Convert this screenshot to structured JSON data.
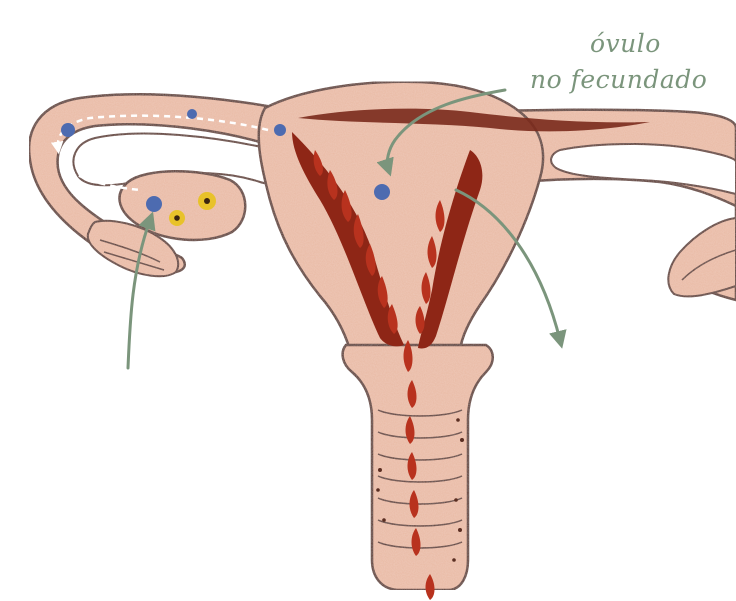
{
  "annotation": {
    "line1": "óvulo",
    "line2": "no fecundado"
  },
  "colors": {
    "background": "#ffffff",
    "tissue": "#e9b9a3",
    "tissue_shade": "#dcaa94",
    "outline": "#5a2e22",
    "muscle_band": "#7a2a1c",
    "blood": "#b8321e",
    "blood_dark": "#8e2616",
    "ovum": "#4d6bb0",
    "follicle": "#e8c22a",
    "arrow": "#7b957c",
    "white_arrow": "#ffffff"
  },
  "icons": {
    "unfertilized_ovum": "blue-dot",
    "follicle": "yellow-ring-dot"
  }
}
